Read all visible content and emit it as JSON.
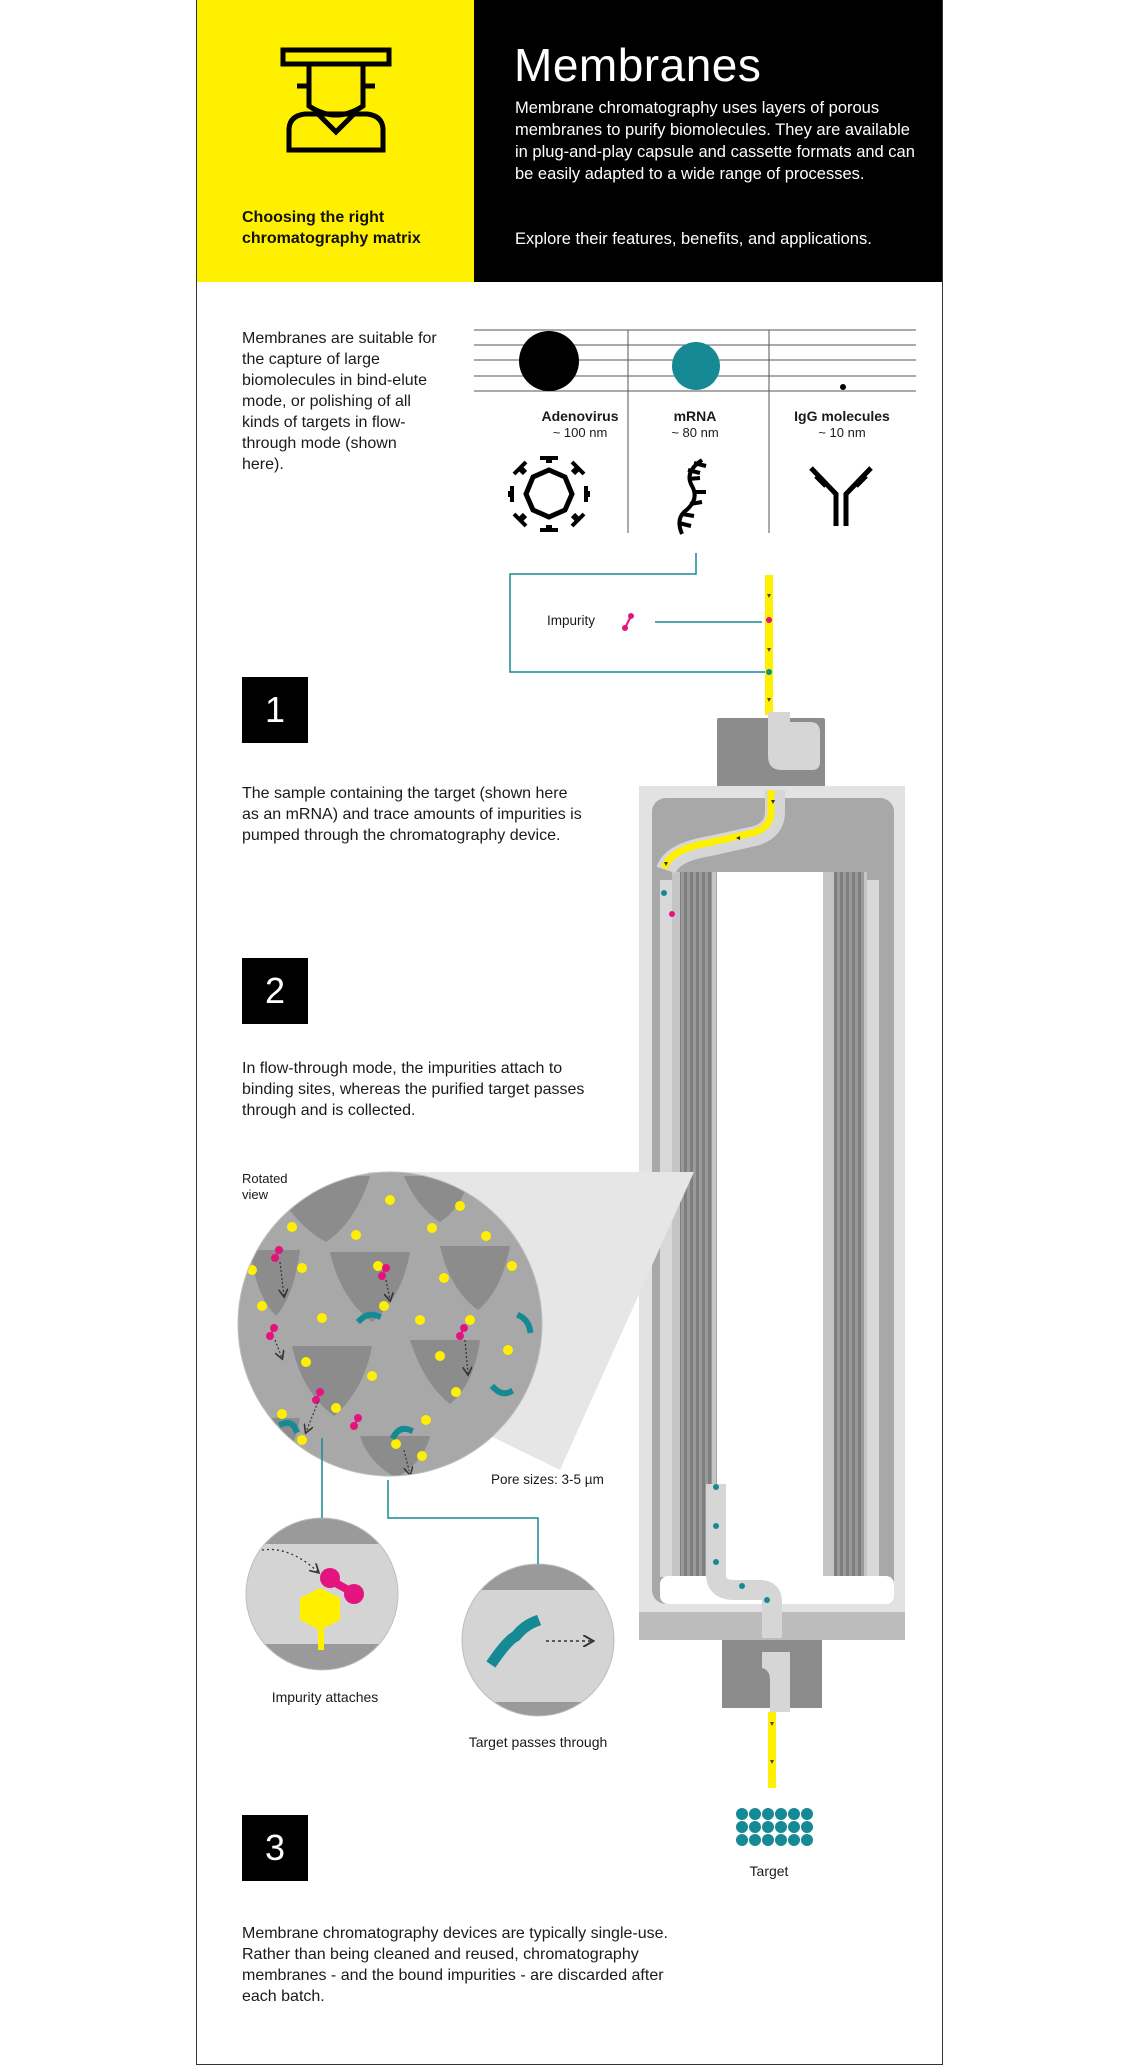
{
  "header": {
    "title": "Membranes",
    "intro": "Membrane chromatography uses layers of porous membranes to purify biomolecules. They are available in plug-and-play capsule and cassette formats and can be easily adapted to a wide range of processes.",
    "explore": "Explore their features, benefits, and applications.",
    "subtitle": "Choosing the right chromatography matrix",
    "icon": "graduate-icon"
  },
  "suitability_text": "Membranes are suitable for the capture of large biomolecules  in bind-elute mode, or polishing of all kinds of targets in flow-through mode (shown here).",
  "molecules": [
    {
      "name": "Adenovirus",
      "size": "~ 100 nm",
      "icon": "adenovirus-icon"
    },
    {
      "name": "mRNA",
      "size": "~ 80 nm",
      "icon": "mrna-icon"
    },
    {
      "name": "IgG molecules",
      "size": "~ 10 nm",
      "icon": "antibody-icon"
    }
  ],
  "impurity_label": "Impurity",
  "steps": [
    {
      "number": "1",
      "text": "The sample containing the target (shown here as an mRNA) and trace amounts of impurities is pumped through the  chromatography device."
    },
    {
      "number": "2",
      "text": "In flow-through mode, the impurities attach to binding sites, whereas the purified target passes through and is collected."
    },
    {
      "number": "3",
      "text": "Membrane chromatography devices are typically single-use. Rather than being cleaned and reused, chromatography membranes - and the bound impurities - are discarded after each batch."
    }
  ],
  "rotated_view_label": "Rotated view",
  "pore_size_label": "Pore sizes: 3-5 µm",
  "impurity_attaches_label": "Impurity attaches",
  "target_passes_label": "Target passes through",
  "target_label": "Target",
  "colors": {
    "yellow": "#fff000",
    "teal": "#168a94",
    "magenta": "#e4137e",
    "gray_dark": "#8c8c8c",
    "gray_mid": "#a8a8a8",
    "gray_light": "#d4d4d4"
  }
}
